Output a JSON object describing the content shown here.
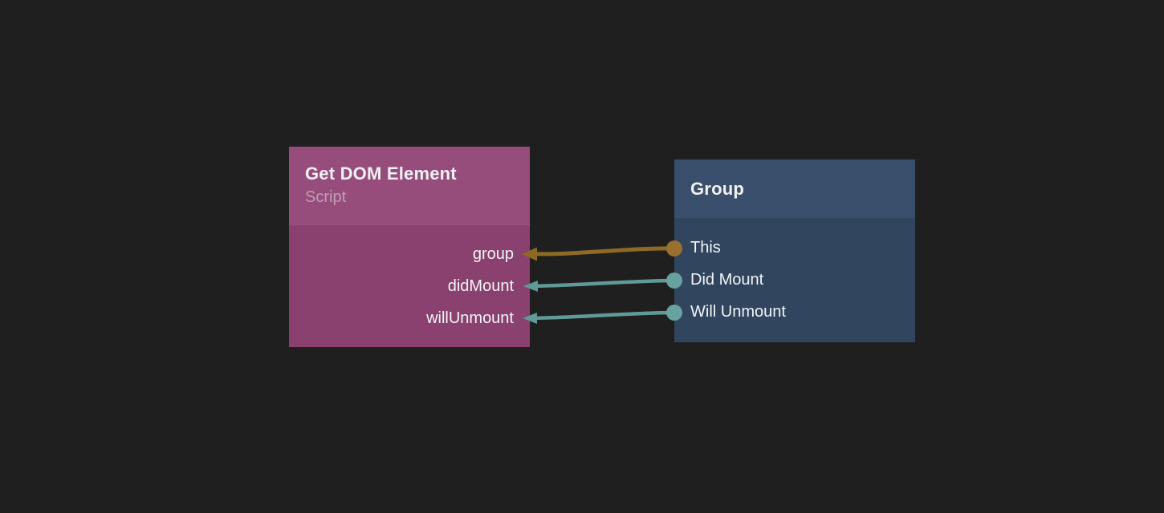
{
  "canvas": {
    "background_color": "#1f1f1f"
  },
  "nodes": [
    {
      "title": "Get DOM Element",
      "subtitle": "Script",
      "header_color": "#964d7b",
      "body_color": "#8a416f",
      "ports": [
        {
          "label": "group",
          "direction": "input",
          "color": "#9a7030"
        },
        {
          "label": "didMount",
          "direction": "input",
          "color": "#68a29f"
        },
        {
          "label": "willUnmount",
          "direction": "input",
          "color": "#68a29f"
        }
      ]
    },
    {
      "title": "Group",
      "subtitle": "",
      "header_color": "#394f6b",
      "body_color": "#31455f",
      "ports": [
        {
          "label": "This",
          "direction": "output",
          "color": "#9a7030"
        },
        {
          "label": "Did Mount",
          "direction": "output",
          "color": "#68a29f"
        },
        {
          "label": "Will Unmount",
          "direction": "output",
          "color": "#68a29f"
        }
      ]
    }
  ],
  "connections": [
    {
      "from_node": "Group",
      "from_port": "This",
      "to_node": "Get DOM Element",
      "to_port": "group",
      "color": "#8c6a24",
      "dot_color": "#9a7030"
    },
    {
      "from_node": "Group",
      "from_port": "Did Mount",
      "to_node": "Get DOM Element",
      "to_port": "didMount",
      "color": "#5f9a97",
      "dot_color": "#68a29f"
    },
    {
      "from_node": "Group",
      "from_port": "Will Unmount",
      "to_node": "Get DOM Element",
      "to_port": "willUnmount",
      "color": "#5f9a97",
      "dot_color": "#68a29f"
    }
  ]
}
